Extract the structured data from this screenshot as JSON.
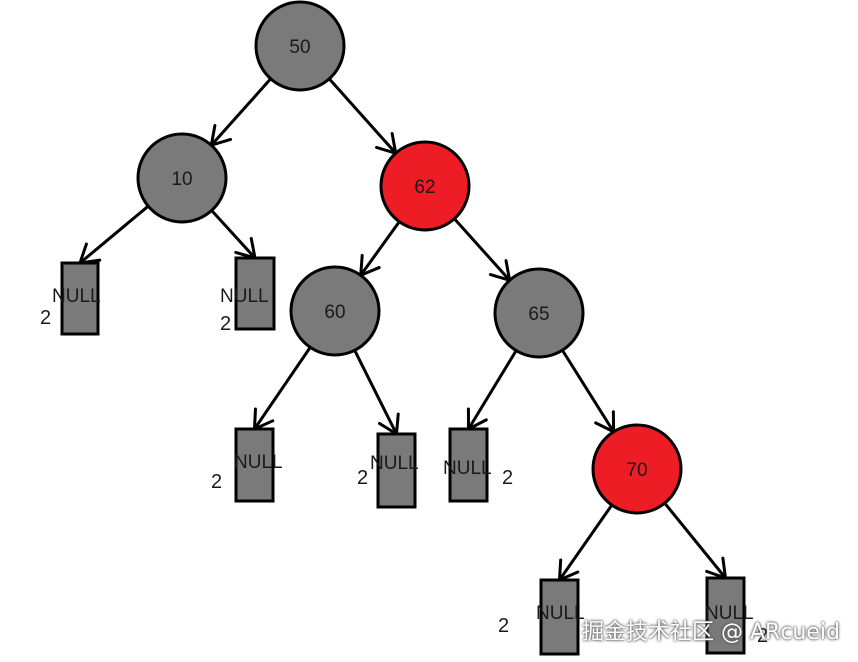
{
  "colors": {
    "black_node": "#7a7a7a",
    "red_node": "#ee1c24",
    "outline": "#000000",
    "edge": "#000000"
  },
  "nodes": [
    {
      "id": "n50",
      "label": "50",
      "color": "black"
    },
    {
      "id": "n10",
      "label": "10",
      "color": "black"
    },
    {
      "id": "n62",
      "label": "62",
      "color": "red"
    },
    {
      "id": "n60",
      "label": "60",
      "color": "black"
    },
    {
      "id": "n65",
      "label": "65",
      "color": "black"
    },
    {
      "id": "n70",
      "label": "70",
      "color": "red"
    }
  ],
  "null_leaves": [
    {
      "id": "null1",
      "label": "NULL",
      "black_height": "2"
    },
    {
      "id": "null2",
      "label": "NULL",
      "black_height": "2"
    },
    {
      "id": "null3",
      "label": "NULL",
      "black_height": "2"
    },
    {
      "id": "null4",
      "label": "NULL",
      "black_height": "2"
    },
    {
      "id": "null5",
      "label": "NULL",
      "black_height": "2"
    },
    {
      "id": "null6",
      "label": "NULL",
      "black_height": "2"
    },
    {
      "id": "null7",
      "label": "NULL",
      "black_height": "2"
    }
  ],
  "edges": [
    [
      "n50",
      "n10"
    ],
    [
      "n50",
      "n62"
    ],
    [
      "n10",
      "null1"
    ],
    [
      "n10",
      "null2"
    ],
    [
      "n62",
      "n60"
    ],
    [
      "n62",
      "n65"
    ],
    [
      "n60",
      "null3"
    ],
    [
      "n60",
      "null4"
    ],
    [
      "n65",
      "null5"
    ],
    [
      "n65",
      "n70"
    ],
    [
      "n70",
      "null6"
    ],
    [
      "n70",
      "null7"
    ]
  ],
  "watermark": "掘金技术社区 @ ARcueid"
}
